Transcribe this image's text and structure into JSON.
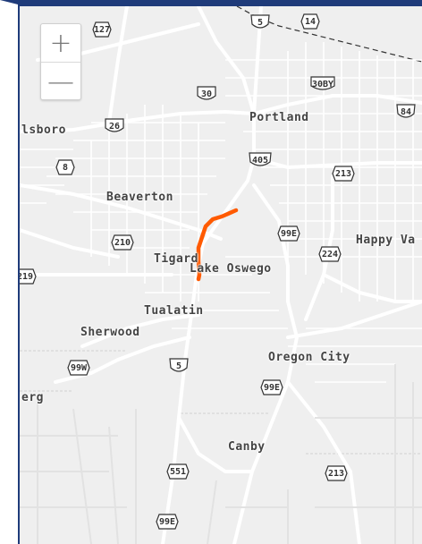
{
  "map": {
    "zoom": {
      "in_label": "+",
      "out_label": "—"
    },
    "colors": {
      "route": "#ff5a00",
      "background": "#efefef",
      "roads": "#ffffff",
      "frame": "#1f3b7a"
    },
    "cities": [
      {
        "id": "portland",
        "label": "Portland"
      },
      {
        "id": "beaverton",
        "label": "Beaverton"
      },
      {
        "id": "tigard",
        "label": "Tigard"
      },
      {
        "id": "lake-oswego",
        "label": "Lake Oswego"
      },
      {
        "id": "tualatin",
        "label": "Tualatin"
      },
      {
        "id": "sherwood",
        "label": "Sherwood"
      },
      {
        "id": "oregon-city",
        "label": "Oregon City"
      },
      {
        "id": "canby",
        "label": "Canby"
      },
      {
        "id": "happy-valley",
        "label": "Happy Va"
      },
      {
        "id": "hillsboro",
        "label": "lsboro"
      },
      {
        "id": "newberg",
        "label": "erg"
      }
    ],
    "shields": [
      {
        "id": "i5-north",
        "label": "5",
        "type": "interstate"
      },
      {
        "id": "or14",
        "label": "14",
        "type": "state"
      },
      {
        "id": "us30",
        "label": "30",
        "type": "us"
      },
      {
        "id": "us30b",
        "label": "30BY",
        "type": "us"
      },
      {
        "id": "i84",
        "label": "84",
        "type": "interstate"
      },
      {
        "id": "or127",
        "label": "127",
        "type": "state"
      },
      {
        "id": "us26",
        "label": "26",
        "type": "us"
      },
      {
        "id": "i405",
        "label": "405",
        "type": "interstate"
      },
      {
        "id": "or8",
        "label": "8",
        "type": "state"
      },
      {
        "id": "or213-north",
        "label": "213",
        "type": "state"
      },
      {
        "id": "or210",
        "label": "210",
        "type": "state"
      },
      {
        "id": "us99e-north",
        "label": "99E",
        "type": "state"
      },
      {
        "id": "or224",
        "label": "224",
        "type": "state"
      },
      {
        "id": "or219",
        "label": "219",
        "type": "state"
      },
      {
        "id": "i5-south",
        "label": "5",
        "type": "interstate"
      },
      {
        "id": "us99w",
        "label": "99W",
        "type": "state"
      },
      {
        "id": "us99e-mid",
        "label": "99E",
        "type": "state"
      },
      {
        "id": "or551",
        "label": "551",
        "type": "state"
      },
      {
        "id": "or213-south",
        "label": "213",
        "type": "state"
      },
      {
        "id": "us99e-south",
        "label": "99E",
        "type": "state"
      }
    ]
  }
}
